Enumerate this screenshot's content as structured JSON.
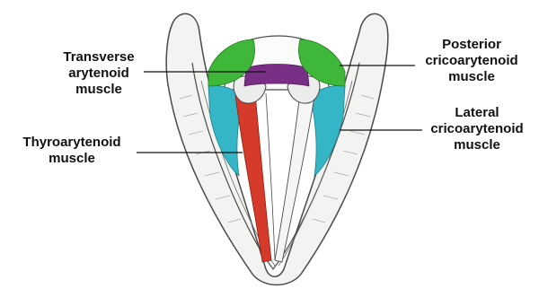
{
  "labels": {
    "transverse": [
      "Transverse",
      "arytenoid",
      "muscle"
    ],
    "thyroarytenoid": [
      "Thyroarytenoid",
      "muscle"
    ],
    "posterior": [
      "Posterior",
      "cricoarytenoid",
      "muscle"
    ],
    "lateral": [
      "Lateral",
      "cricoarytenoid",
      "muscle"
    ]
  },
  "colors": {
    "transverse_arytenoid": "#7a2f86",
    "posterior_cricoarytenoid": "#3fb83a",
    "lateral_cricoarytenoid": "#35b6c6",
    "thyroarytenoid": "#d63a2a",
    "cartilage_outline": "#4a4a4a"
  }
}
